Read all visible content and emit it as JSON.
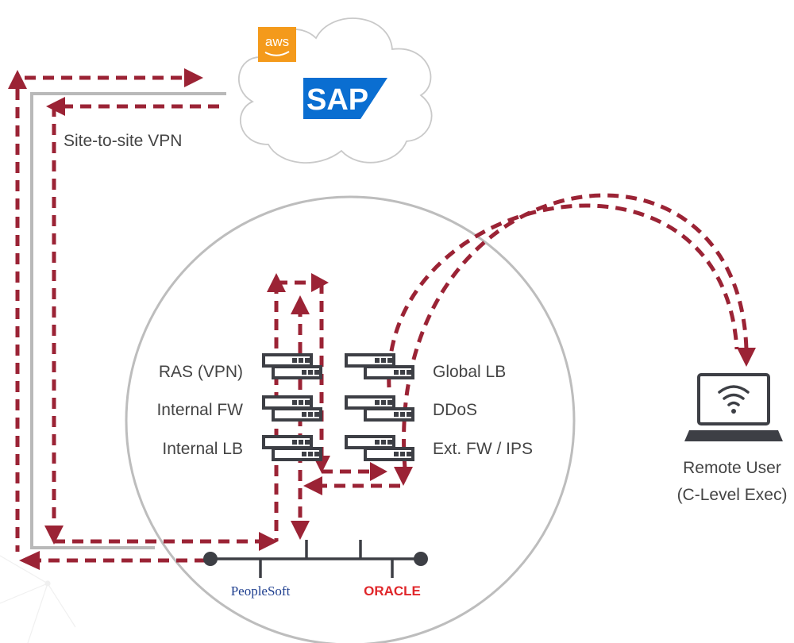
{
  "cloud": {
    "aws_logo_text": "aws",
    "sap_logo_text": "SAP"
  },
  "labels": {
    "site_to_site_vpn": "Site-to-site VPN",
    "left_devices": [
      "RAS (VPN)",
      "Internal FW",
      "Internal LB"
    ],
    "right_devices": [
      "Global LB",
      "DDoS",
      "Ext. FW / IPS"
    ],
    "remote_user_line1": "Remote User",
    "remote_user_line2": "(C-Level Exec)"
  },
  "apps": {
    "peoplesoft": "PeopleSoft",
    "oracle": "ORACLE"
  },
  "icons": {
    "cloud": "cloud-icon",
    "laptop": "laptop-icon",
    "wifi": "wifi-icon",
    "server": "server-rack-icon"
  },
  "colors": {
    "flow": "#9b2335",
    "link_gray": "#b9b9b9",
    "device_dark": "#3d3f45",
    "text": "#444444",
    "aws_orange": "#f49a1b",
    "sap_blue": "#0a6ed1",
    "oracle_red": "#e0262a",
    "peoplesoft_blue": "#1f3f8f"
  }
}
